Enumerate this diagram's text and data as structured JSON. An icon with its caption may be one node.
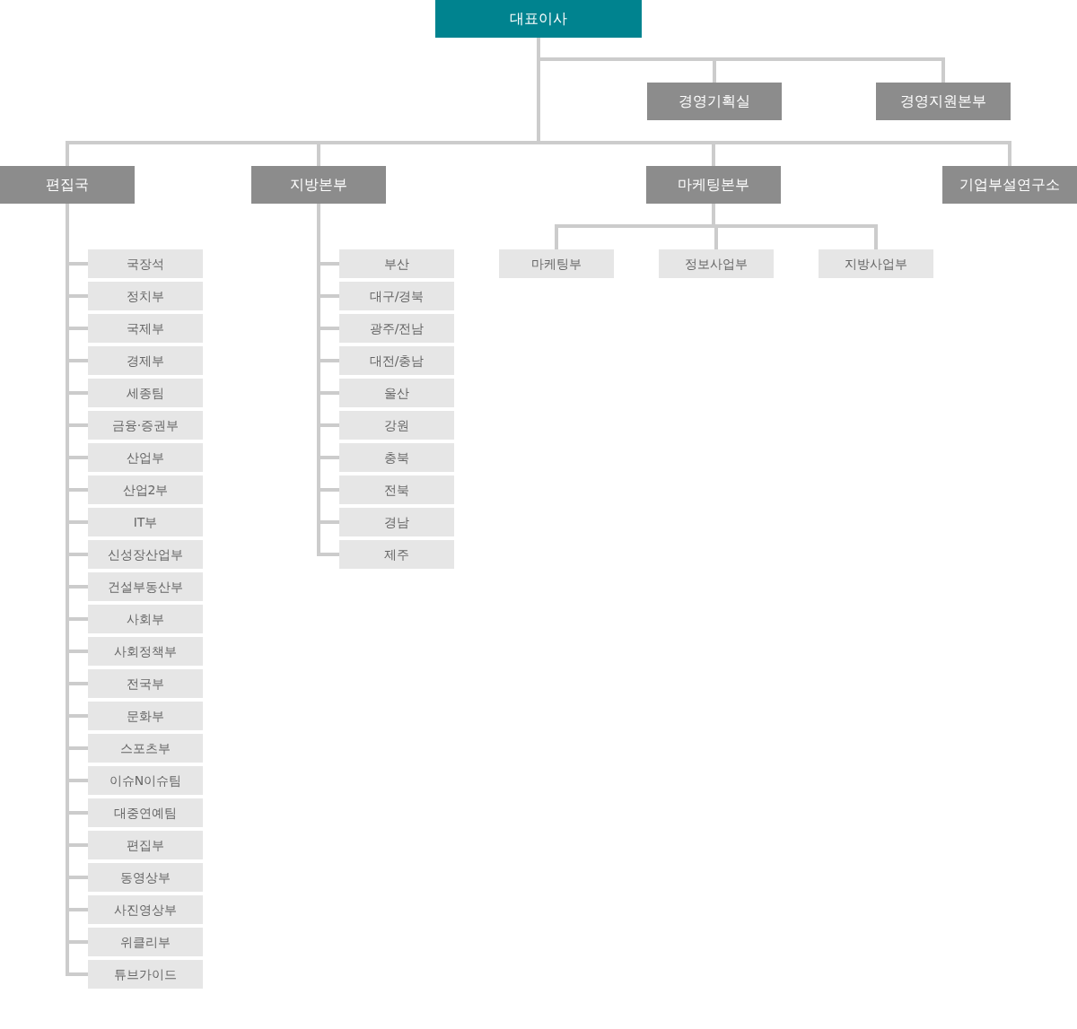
{
  "diagram": {
    "nodes": [
      {
        "text": [
          "대표이사"
        ]
      },
      {
        "text": [
          "경영기획실"
        ]
      },
      {
        "text": [
          "경영지원본부"
        ]
      },
      {
        "text": [
          "편집국"
        ]
      },
      {
        "text": [
          "지방본부"
        ]
      },
      {
        "text": [
          "마케팅본부"
        ]
      },
      {
        "text": [
          "기업부설연구소"
        ]
      },
      {
        "text": [
          "국장석"
        ]
      },
      {
        "text": [
          "정치부"
        ]
      },
      {
        "text": [
          "국제부"
        ]
      },
      {
        "text": [
          "경제부"
        ]
      },
      {
        "text": [
          "세종팀"
        ]
      },
      {
        "text": [
          "금융·증권부"
        ]
      },
      {
        "text": [
          "산업부"
        ]
      },
      {
        "text": [
          "산업2부"
        ]
      },
      {
        "text": [
          "IT부"
        ]
      },
      {
        "text": [
          "신성장산업부"
        ]
      },
      {
        "text": [
          "건설부동산부"
        ]
      },
      {
        "text": [
          "사회부"
        ]
      },
      {
        "text": [
          "사회정책부"
        ]
      },
      {
        "text": [
          "전국부"
        ]
      },
      {
        "text": [
          "문화부"
        ]
      },
      {
        "text": [
          "스포츠부"
        ]
      },
      {
        "text": [
          "이슈N이슈팀"
        ]
      },
      {
        "text": [
          "대중연예팀"
        ]
      },
      {
        "text": [
          "편집부"
        ]
      },
      {
        "text": [
          "동영상부"
        ]
      },
      {
        "text": [
          "사진영상부"
        ]
      },
      {
        "text": [
          "위클리부"
        ]
      },
      {
        "text": [
          "튜브가이드"
        ]
      },
      {
        "text": [
          "부산"
        ]
      },
      {
        "text": [
          "대구/경북"
        ]
      },
      {
        "text": [
          "광주/전남"
        ]
      },
      {
        "text": [
          "대전/충남"
        ]
      },
      {
        "text": [
          "울산"
        ]
      },
      {
        "text": [
          "강원"
        ]
      },
      {
        "text": [
          "충북"
        ]
      },
      {
        "text": [
          "전북"
        ]
      },
      {
        "text": [
          "경남"
        ]
      },
      {
        "text": [
          "제주"
        ]
      },
      {
        "text": [
          "마케팅부"
        ]
      },
      {
        "text": [
          "정보사업부"
        ]
      },
      {
        "text": [
          "지방사업부"
        ]
      }
    ],
    "edges": [
      {
        "from": 0,
        "to": 1,
        "arrow": "none"
      },
      {
        "from": 0,
        "to": 2,
        "arrow": "none"
      },
      {
        "from": 0,
        "to": 3,
        "arrow": "none"
      },
      {
        "from": 0,
        "to": 4,
        "arrow": "none"
      },
      {
        "from": 0,
        "to": 5,
        "arrow": "none"
      },
      {
        "from": 0,
        "to": 6,
        "arrow": "none"
      },
      {
        "from": 3,
        "to": 7,
        "arrow": "none"
      },
      {
        "from": 3,
        "to": 8,
        "arrow": "none"
      },
      {
        "from": 3,
        "to": 9,
        "arrow": "none"
      },
      {
        "from": 3,
        "to": 10,
        "arrow": "none"
      },
      {
        "from": 3,
        "to": 11,
        "arrow": "none"
      },
      {
        "from": 3,
        "to": 12,
        "arrow": "none"
      },
      {
        "from": 3,
        "to": 13,
        "arrow": "none"
      },
      {
        "from": 3,
        "to": 14,
        "arrow": "none"
      },
      {
        "from": 3,
        "to": 15,
        "arrow": "none"
      },
      {
        "from": 3,
        "to": 16,
        "arrow": "none"
      },
      {
        "from": 3,
        "to": 17,
        "arrow": "none"
      },
      {
        "from": 3,
        "to": 18,
        "arrow": "none"
      },
      {
        "from": 3,
        "to": 19,
        "arrow": "none"
      },
      {
        "from": 3,
        "to": 20,
        "arrow": "none"
      },
      {
        "from": 3,
        "to": 21,
        "arrow": "none"
      },
      {
        "from": 3,
        "to": 22,
        "arrow": "none"
      },
      {
        "from": 3,
        "to": 23,
        "arrow": "none"
      },
      {
        "from": 3,
        "to": 24,
        "arrow": "none"
      },
      {
        "from": 3,
        "to": 25,
        "arrow": "none"
      },
      {
        "from": 3,
        "to": 26,
        "arrow": "none"
      },
      {
        "from": 3,
        "to": 27,
        "arrow": "none"
      },
      {
        "from": 3,
        "to": 28,
        "arrow": "none"
      },
      {
        "from": 3,
        "to": 29,
        "arrow": "none"
      },
      {
        "from": 4,
        "to": 30,
        "arrow": "none"
      },
      {
        "from": 4,
        "to": 31,
        "arrow": "none"
      },
      {
        "from": 4,
        "to": 32,
        "arrow": "none"
      },
      {
        "from": 4,
        "to": 33,
        "arrow": "none"
      },
      {
        "from": 4,
        "to": 34,
        "arrow": "none"
      },
      {
        "from": 4,
        "to": 35,
        "arrow": "none"
      },
      {
        "from": 4,
        "to": 36,
        "arrow": "none"
      },
      {
        "from": 4,
        "to": 37,
        "arrow": "none"
      },
      {
        "from": 4,
        "to": 38,
        "arrow": "none"
      },
      {
        "from": 4,
        "to": 39,
        "arrow": "none"
      },
      {
        "from": 5,
        "to": 40,
        "arrow": "none"
      },
      {
        "from": 5,
        "to": 41,
        "arrow": "none"
      },
      {
        "from": 5,
        "to": 42,
        "arrow": "none"
      }
    ]
  }
}
